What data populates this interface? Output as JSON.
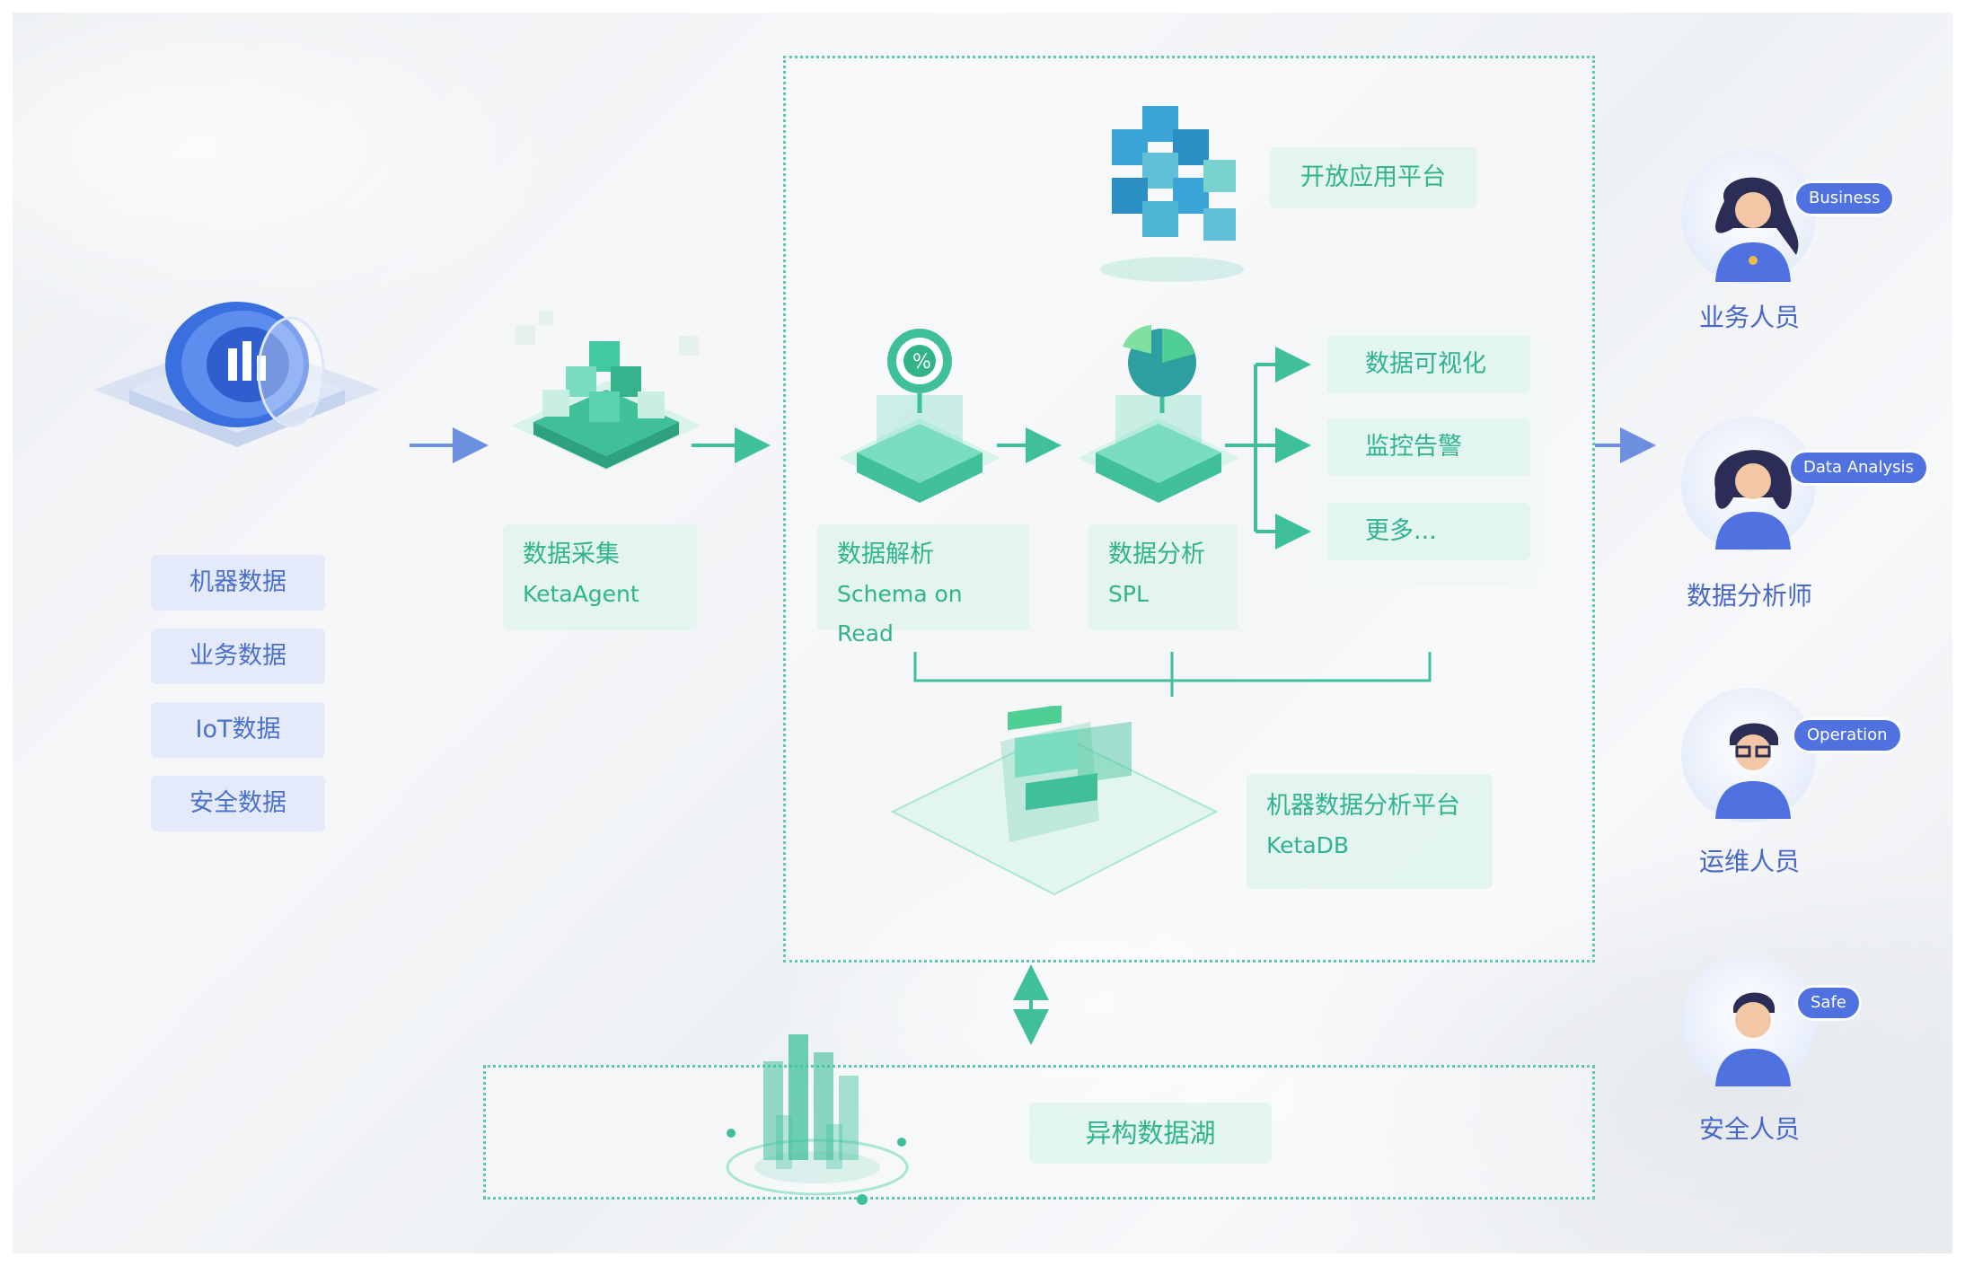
{
  "sources": [
    "机器数据",
    "业务数据",
    "IoT数据",
    "安全数据"
  ],
  "collect": {
    "title": "数据采集",
    "subtitle": "KetaAgent"
  },
  "parse": {
    "title": "数据解析",
    "subtitle": "Schema on Read"
  },
  "analyze": {
    "title": "数据分析",
    "subtitle": "SPL"
  },
  "platform": {
    "title": "开放应用平台"
  },
  "outputs": [
    "数据可视化",
    "监控告警",
    "更多..."
  ],
  "database": {
    "title": "机器数据分析平台",
    "subtitle": "KetaDB"
  },
  "lake": {
    "title": "异构数据湖"
  },
  "roles": [
    {
      "name": "业务人员",
      "badge": "Business"
    },
    {
      "name": "数据分析师",
      "badge": "Data Analysis"
    },
    {
      "name": "运维人员",
      "badge": "Operation"
    },
    {
      "name": "安全人员",
      "badge": "Safe"
    }
  ],
  "colors": {
    "accent_green": "#2fb48c",
    "accent_blue": "#4f72e0",
    "dotted": "#5cc9ad",
    "arrow_blue": "#6c8fe0"
  }
}
